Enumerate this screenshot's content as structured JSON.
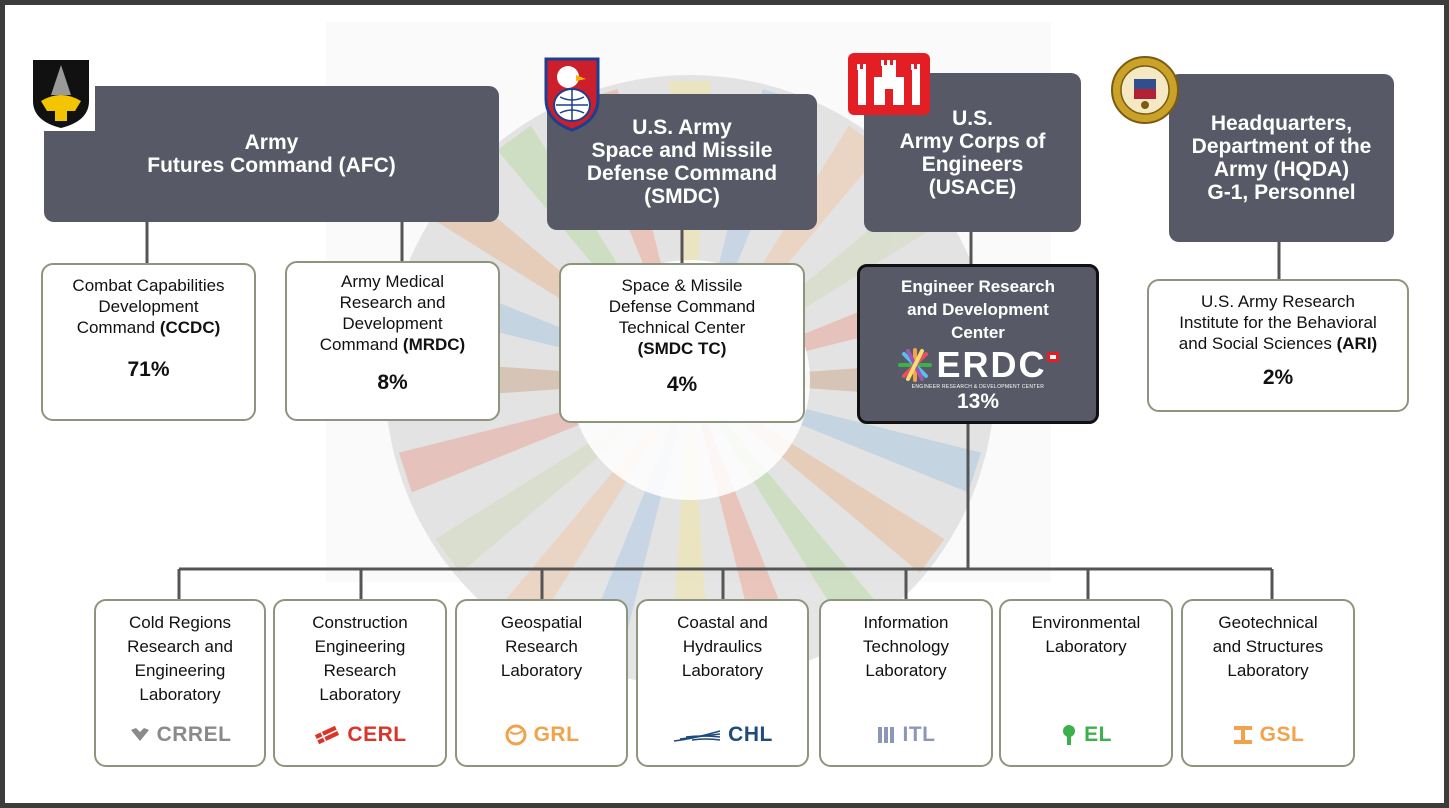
{
  "colors": {
    "header_bg": "#575a66",
    "line": "#555555",
    "box_border": "#8d957e"
  },
  "headquarters": [
    {
      "id": "afc",
      "label": "Army\nFutures Command (AFC)",
      "icon": "afc-shield-icon"
    },
    {
      "id": "smdc",
      "label": "U.S. Army\nSpace and Missile\nDefense Command\n(SMDC)",
      "icon": "eagle-shield-icon"
    },
    {
      "id": "usace",
      "label": "U.S.\nArmy Corps of\nEngineers\n(USACE)",
      "icon": "castle-icon"
    },
    {
      "id": "hqda",
      "label": "Headquarters,\nDepartment of the\nArmy (HQDA)\nG-1, Personnel",
      "icon": "army-seal-icon"
    }
  ],
  "commands": [
    {
      "id": "ccdc",
      "name": "Combat Capabilities\nDevelopment\nCommand ",
      "abbr": "(CCDC)",
      "percent": "71%"
    },
    {
      "id": "mrdc",
      "name": "Army Medical\nResearch and\nDevelopment\nCommand ",
      "abbr": "(MRDC)",
      "percent": "8%"
    },
    {
      "id": "smdctc",
      "name": "Space & Missile\nDefense Command\nTechnical Center\n",
      "abbr": "(SMDC TC)",
      "percent": "4%"
    },
    {
      "id": "ari",
      "name": "U.S. Army Research\nInstitute for the Behavioral\nand Social Sciences ",
      "abbr": "(ARI)",
      "percent": "2%"
    }
  ],
  "erdc": {
    "title": "Engineer Research\nand Development\nCenter",
    "logo_text": "ERDC",
    "logo_tagline": "ENGINEER RESEARCH & DEVELOPMENT CENTER",
    "percent": "13%"
  },
  "labs": [
    {
      "name": "Cold Regions\nResearch and\nEngineering\nLaboratory",
      "logo": "CRREL",
      "color": "#8a8a8a",
      "icon": "snowflake-icon"
    },
    {
      "name": "Construction\nEngineering\nResearch\nLaboratory",
      "logo": "CERL",
      "color": "#d9352a",
      "icon": "brick-icon"
    },
    {
      "name": "Geospatial\nResearch\nLaboratory",
      "logo": "GRL",
      "color": "#f2a24a",
      "icon": "globe-icon"
    },
    {
      "name": "Coastal and\nHydraulics\nLaboratory",
      "logo": "CHL",
      "color": "#1f4a7c",
      "icon": "wave-icon"
    },
    {
      "name": "Information\nTechnology\nLaboratory",
      "logo": "ITL",
      "color": "#8c97b6",
      "icon": "bars-icon"
    },
    {
      "name": "Environmental\nLaboratory",
      "logo": "EL",
      "color": "#3cb04a",
      "icon": "tree-icon"
    },
    {
      "name": "Geotechnical\nand Structures\nLaboratory",
      "logo": "GSL",
      "color": "#f2a24a",
      "icon": "beam-icon"
    }
  ]
}
